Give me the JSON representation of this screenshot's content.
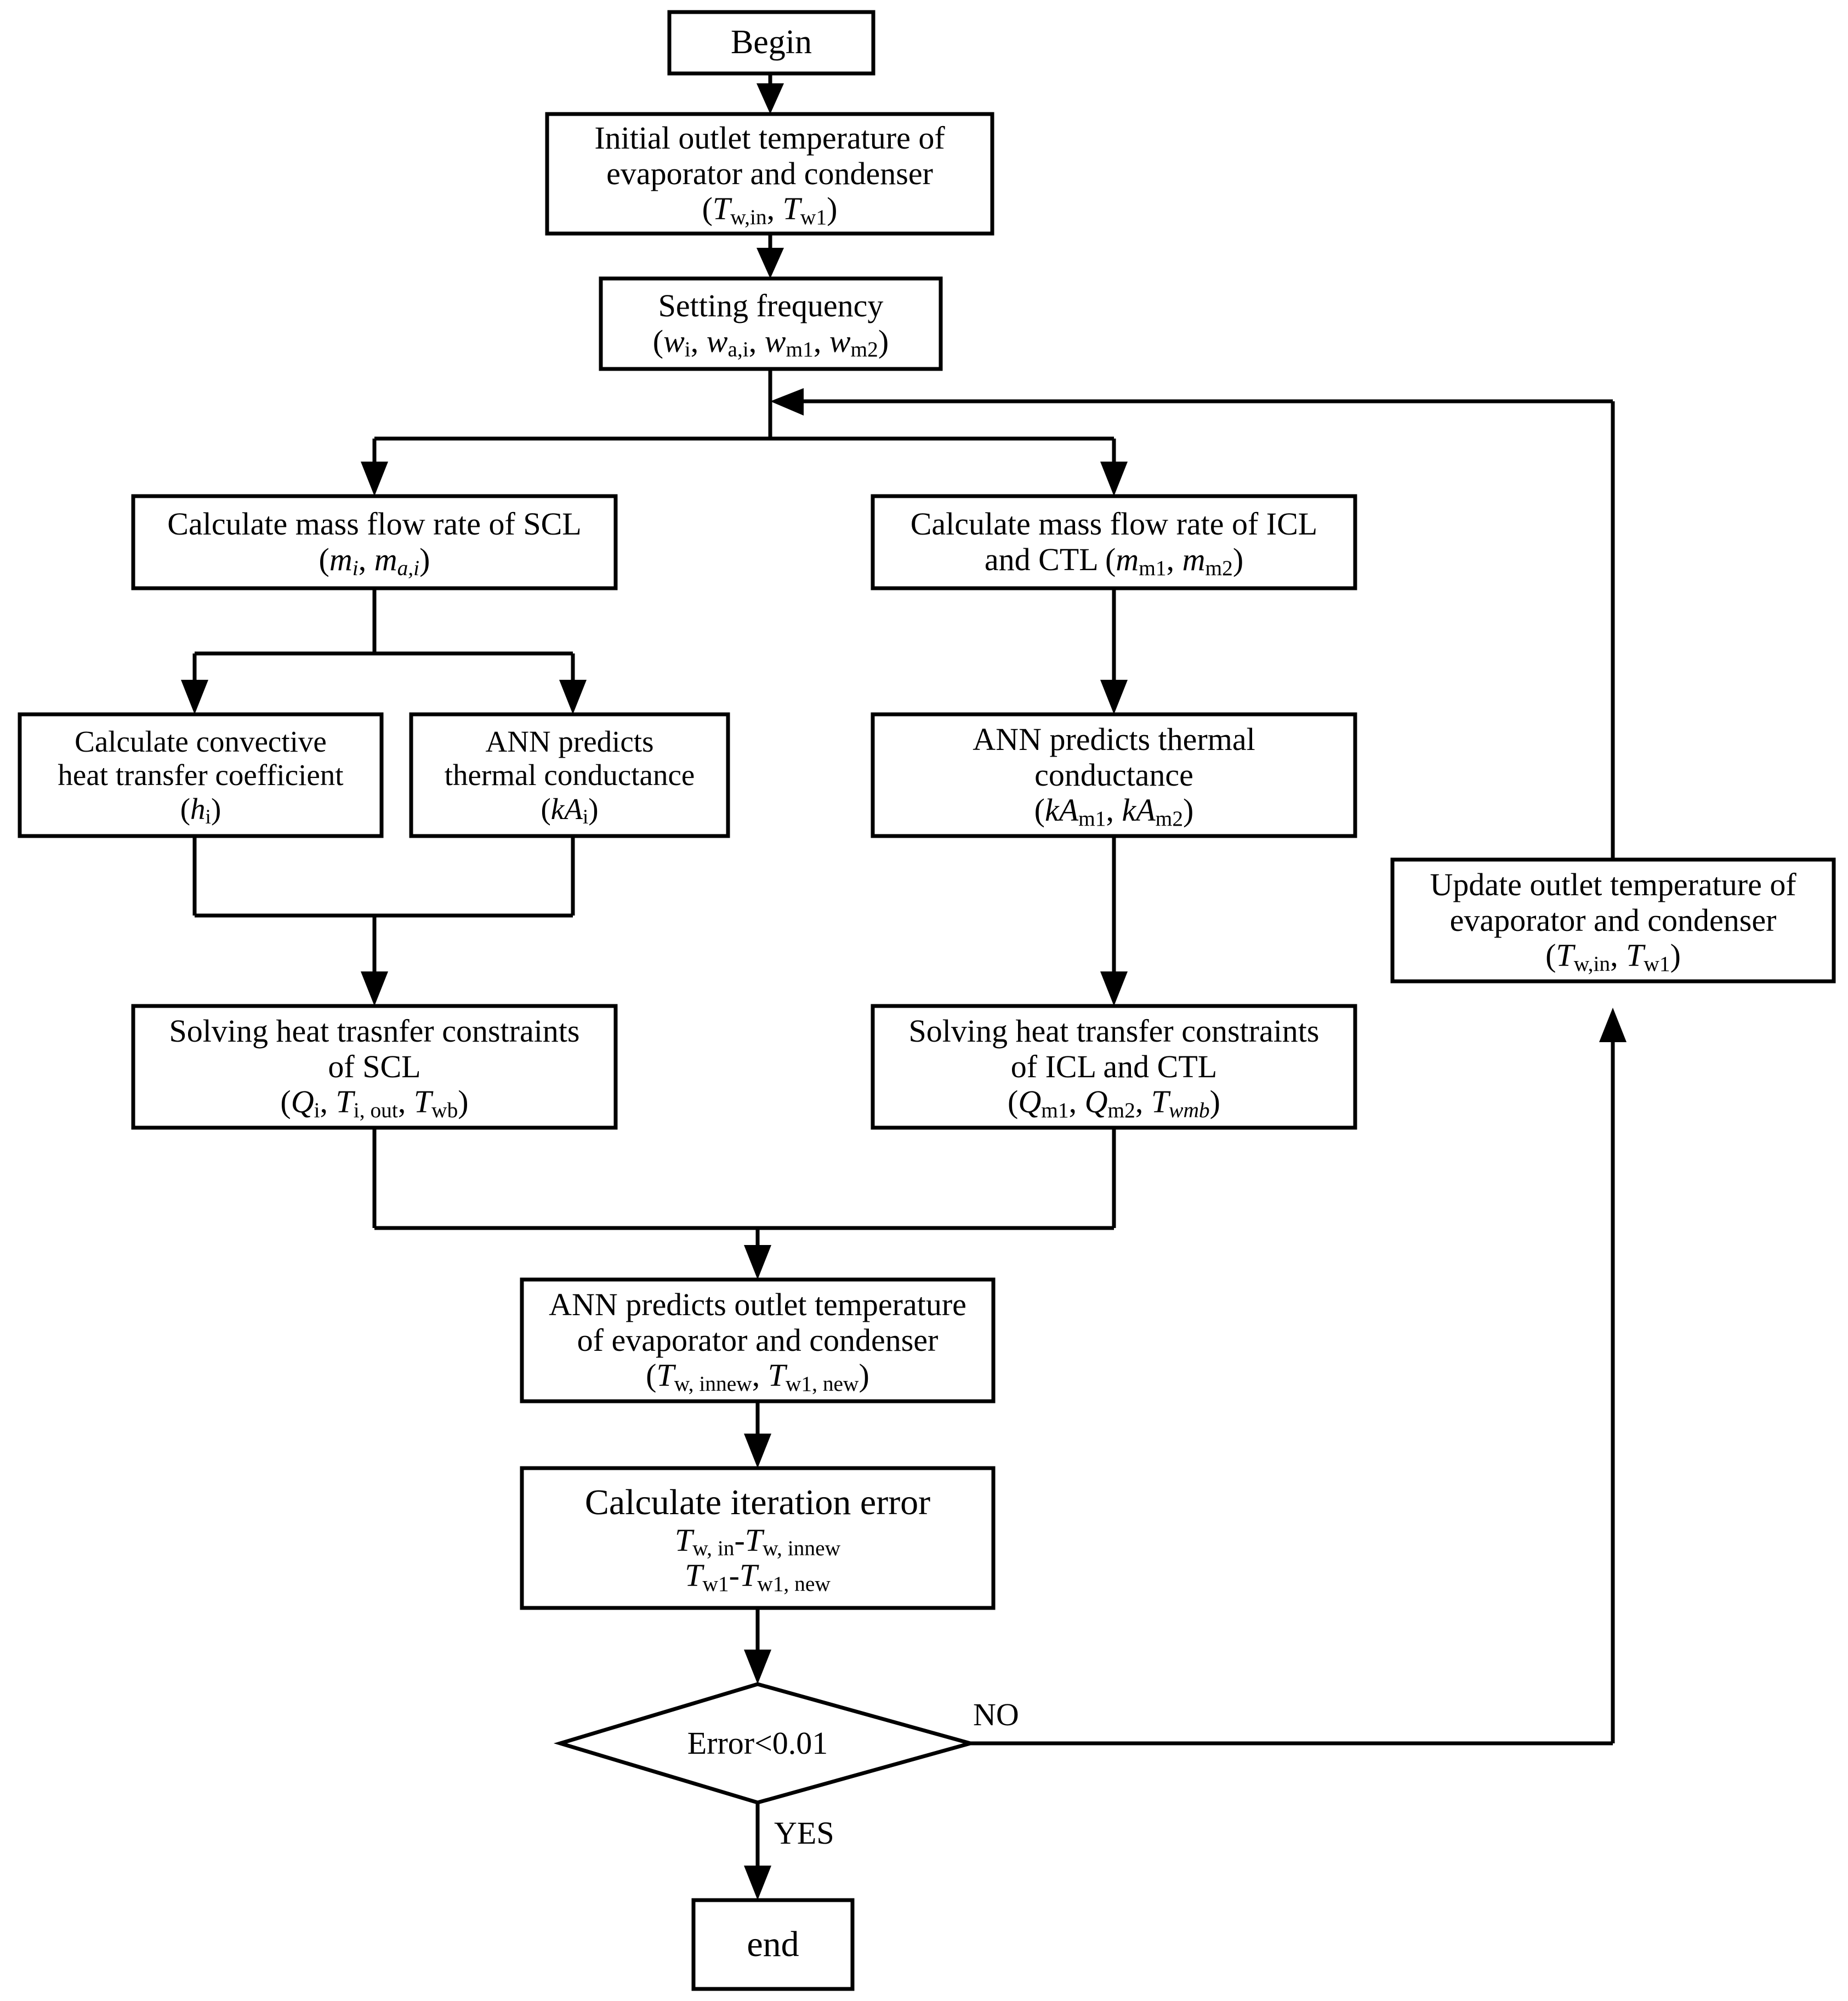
{
  "diagram": {
    "title": "ANN-based heat transfer iteration flowchart",
    "colors": {
      "line": "#000000",
      "fill": "#ffffff",
      "text": "#000000"
    },
    "nodes": {
      "begin": {
        "label": "Begin",
        "shape": "rect"
      },
      "initial_temp": {
        "line1": "Initial outlet temperature of",
        "line2": "evaporator and condenser",
        "line3": "(Tw,in, Tw1)",
        "shape": "rect"
      },
      "setting_frequency": {
        "line1": "Setting frequency",
        "line2": "(wi, wa,i, wm1, wm2)",
        "shape": "rect"
      },
      "mass_flow_scl": {
        "line1": "Calculate mass flow rate of SCL",
        "line2": "(mi, ma,i)",
        "shape": "rect"
      },
      "mass_flow_icl_ctl": {
        "line1": "Calculate mass flow rate of ICL",
        "line2": "and CTL (mm1, mm2)",
        "shape": "rect"
      },
      "convective_coeff": {
        "line1": "Calculate convective",
        "line2": "heat transfer coefficient",
        "line3": "(hi)",
        "shape": "rect"
      },
      "ann_conductance_scl": {
        "line1": "ANN predicts",
        "line2": "thermal conductance",
        "line3": "(kAi)",
        "shape": "rect"
      },
      "ann_conductance_icl": {
        "line1": "ANN predicts thermal",
        "line2": "conductance",
        "line3": "(kAm1, kAm2)",
        "shape": "rect"
      },
      "update_temp": {
        "line1": "Update outlet temperature of",
        "line2": "evaporator and condenser",
        "line3": "(Tw,in, Tw1)",
        "shape": "rect"
      },
      "solve_scl": {
        "line1": "Solving heat trasnfer constraints",
        "line2": "of SCL",
        "line3": "(Qi, Ti, out, Twb)",
        "shape": "rect"
      },
      "solve_icl_ctl": {
        "line1": "Solving heat transfer constraints",
        "line2": "of ICL and CTL",
        "line3": "(Qm1, Qm2, Twmb)",
        "shape": "rect"
      },
      "ann_outlet_temp": {
        "line1": "ANN predicts outlet temperature",
        "line2": "of  evaporator and condenser",
        "line3": "(Tw, innew, Tw1, new)",
        "shape": "rect"
      },
      "iteration_error": {
        "line1": "Calculate iteration error",
        "line2": "Tw, in-Tw, innew",
        "line3": "Tw1-Tw1, new",
        "shape": "rect"
      },
      "decision_error": {
        "label": "Error<0.01",
        "shape": "diamond"
      },
      "end": {
        "label": "end",
        "shape": "rect"
      }
    },
    "edge_labels": {
      "no": "NO",
      "yes": "YES"
    }
  }
}
